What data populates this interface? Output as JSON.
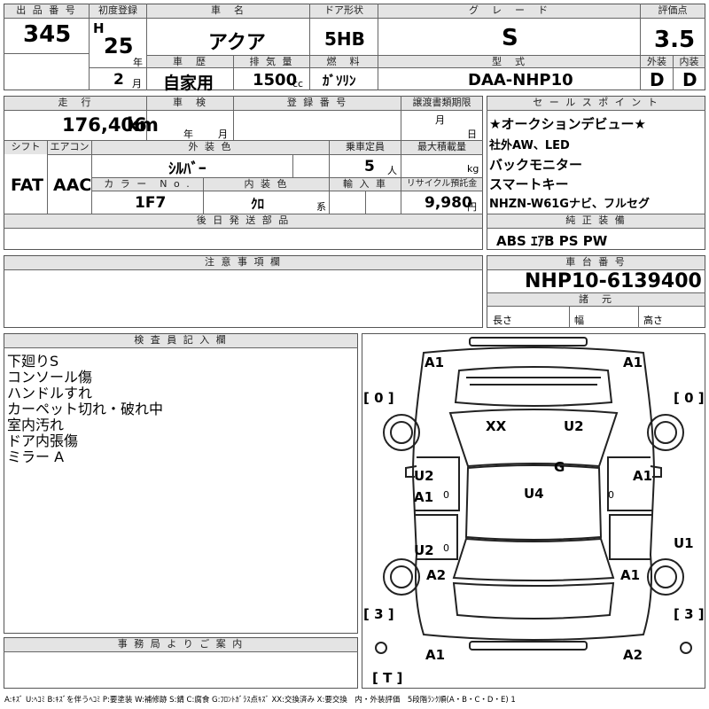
{
  "header": {
    "lot_label": "出 品 番 号",
    "lot_number": "345",
    "first_reg_label": "初度登録",
    "era": "H",
    "year": "25",
    "year_unit": "年",
    "month": "2",
    "month_unit": "月",
    "car_name_label": "車　名",
    "car_name": "アクア",
    "door_label": "ドア形状",
    "door": "5HB",
    "grade_label": "グ　レ　ー　ド",
    "grade": "S",
    "score_label": "評価点",
    "score": "3.5",
    "exterior_label": "外装",
    "exterior_grade": "D",
    "interior_label": "内装",
    "interior_grade": "D",
    "history_label": "車　歴",
    "history": "自家用",
    "displacement_label": "排 気 量",
    "displacement": "1500",
    "displacement_unit": "cc",
    "fuel_label": "燃　料",
    "fuel": "ｶﾞｿﾘﾝ",
    "model_label": "型　式",
    "model": "DAA-NHP10"
  },
  "spec": {
    "mileage_label": "走　行",
    "mileage": "176,406",
    "mileage_unit": "km",
    "inspection_label": "車　検",
    "inspection_year_unit": "年",
    "inspection_month_unit": "月",
    "registration_label": "登 録 番 号",
    "transfer_label": "譲渡書類期限",
    "transfer_month_unit": "月",
    "transfer_day_unit": "日",
    "shift_label": "シフト",
    "shift": "FAT",
    "aircon_label": "エアコン",
    "aircon": "AAC",
    "exterior_color_label": "外 装 色",
    "exterior_color": "ｼﾙﾊﾞｰ",
    "capacity_label": "乗車定員",
    "capacity": "5",
    "capacity_unit": "人",
    "load_label": "最大積載量",
    "load_unit": "kg",
    "color_no_label": "カ ラ ー　N o .",
    "color_no": "1F7",
    "interior_color_label": "内 装 色",
    "interior_color": "ｸﾛ",
    "interior_color_unit": "系",
    "import_label": "輸 入 車",
    "recycle_label": "リサイクル預託金",
    "recycle": "9,980",
    "recycle_unit": "円",
    "later_parts_label": "後 日 発 送 部 品",
    "notes_label": "注 意 事 項 欄"
  },
  "sales_points": {
    "label": "セ ー ル ス ポ イ ン ト",
    "items": [
      "★オークションデビュー★",
      "社外AW、LED",
      "バックモニター",
      "スマートキー",
      "NHZN-W61Gナビ、フルセグ"
    ],
    "genuine_label": "純 正 装 備",
    "genuine": "ABS ｴｱB PS PW"
  },
  "chassis": {
    "label": "車 台 番 号",
    "number": "NHP10-6139400",
    "dims_label": "諸　元",
    "length_label": "長さ",
    "width_label": "幅",
    "height_label": "高さ"
  },
  "inspector": {
    "label": "検 査 員 記 入 欄",
    "lines": [
      "下廻りS",
      "コンソール傷",
      "ハンドルすれ",
      "カーペット切れ・破れ中",
      "室内汚れ",
      "ドア内張傷",
      "ミラー A"
    ]
  },
  "office": {
    "label": "事 務 局 よ り ご 案 内"
  },
  "diagram": {
    "marks": {
      "front_left": "A1",
      "front_right": "A1",
      "hood_left": "XX",
      "hood_right": "U2",
      "windshield": "G",
      "roof": "U4",
      "left_front_door_top": "U2",
      "left_front_door_bottom": "A1",
      "left_rear_door": "U2",
      "right_front_door": "A1",
      "right_rear_quarter": "U1",
      "left_rear_fender": "A2",
      "right_rear_fender": "A1",
      "rear_left": "A1",
      "rear_right": "A2",
      "door_zero_1": "0",
      "door_zero_2": "0",
      "door_zero_3": "0"
    },
    "tires": {
      "front_left": "0",
      "front_right": "0",
      "rear_left": "3",
      "rear_right": "3",
      "spare": "T"
    }
  },
  "legend": "A:ｷｽﾞ U:ﾍｺﾐ B:ｷｽﾞを伴うﾍｺﾐ P:要塗装 W:補修跡 S:錆 C:腐食 G:ﾌﾛﾝﾄｶﾞﾗｽ点ｷｽﾞ XX:交換済み X:要交換　内・外装評価　5段階ﾗﾝｸ順(A・B・C・D・E) 1"
}
